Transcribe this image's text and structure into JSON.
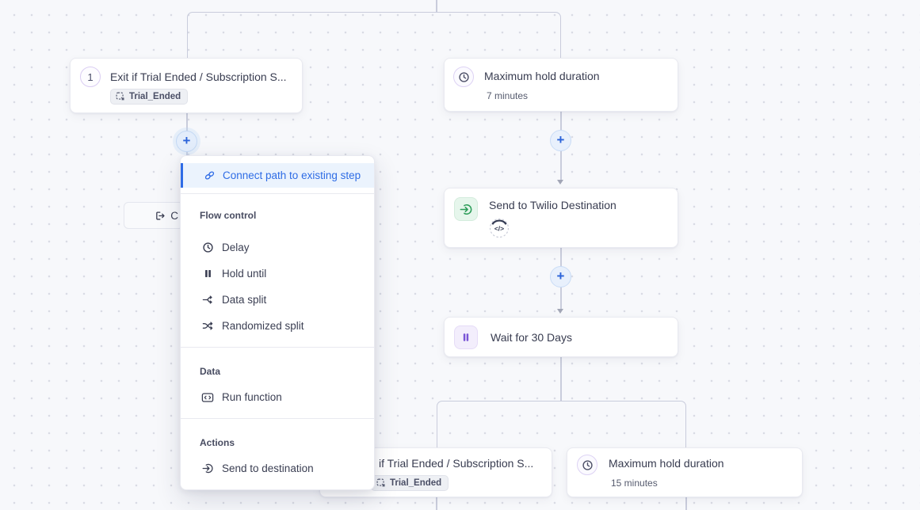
{
  "canvas": {
    "name": "journey-flow-canvas"
  },
  "colors": {
    "canvas_bg": "#f7f8fb",
    "connector": "#c9ccdc",
    "accent_blue": "#2f6ce6",
    "menu_highlight_bg": "#ebf3fd",
    "green_icon": "#2f9e5b",
    "purple_icon": "#7a55d6",
    "node_border": "#e9eaf1"
  },
  "nodes": {
    "exit_top": {
      "number": "1",
      "title": "Exit if Trial Ended / Subscription S...",
      "badge": "Trial_Ended"
    },
    "hold_top": {
      "title": "Maximum hold duration",
      "subtitle": "7 minutes"
    },
    "send_twilio": {
      "title": "Send to Twilio Destination",
      "code_glyph": "</>"
    },
    "wait": {
      "title": "Wait for 30 Days"
    },
    "exit_bottom": {
      "title": "if Trial Ended / Subscription S...",
      "badge": "Trial_Ended"
    },
    "hold_bottom": {
      "title": "Maximum hold duration",
      "subtitle": "15 minutes"
    }
  },
  "partial_button": {
    "label": "C"
  },
  "plus_button": {
    "glyph": "+"
  },
  "menu": {
    "connect_item": {
      "label": "Connect path to existing step"
    },
    "sections": [
      {
        "label": "Flow control",
        "items": [
          {
            "label": "Delay"
          },
          {
            "label": "Hold until"
          },
          {
            "label": "Data split"
          },
          {
            "label": "Randomized split"
          }
        ]
      },
      {
        "label": "Data",
        "items": [
          {
            "label": "Run function"
          }
        ]
      },
      {
        "label": "Actions",
        "items": [
          {
            "label": "Send to destination"
          }
        ]
      }
    ]
  }
}
